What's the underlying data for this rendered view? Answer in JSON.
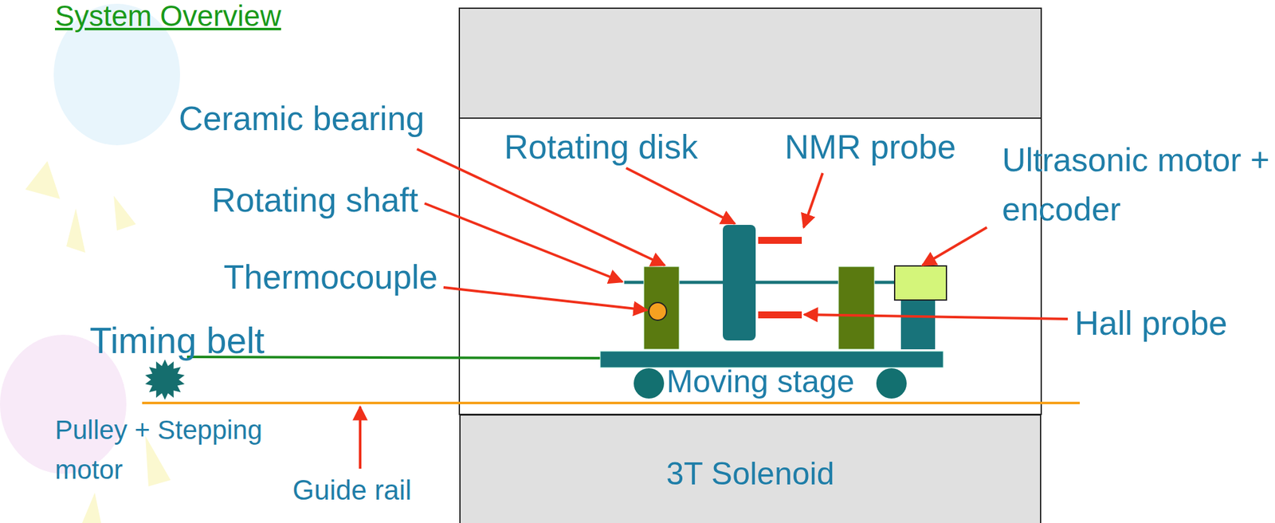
{
  "diagram": {
    "title": "System Overview",
    "nodes": [
      {
        "text": [
          "3T Solenoid"
        ]
      }
    ],
    "labels": [
      "Ceramic bearing",
      "Rotating disk",
      "NMR probe",
      "Ultrasonic motor + encoder",
      "Rotating shaft",
      "Thermocouple",
      "Hall probe",
      "Timing belt",
      "Moving stage",
      "Pulley + Stepping motor",
      "Guide rail"
    ]
  }
}
